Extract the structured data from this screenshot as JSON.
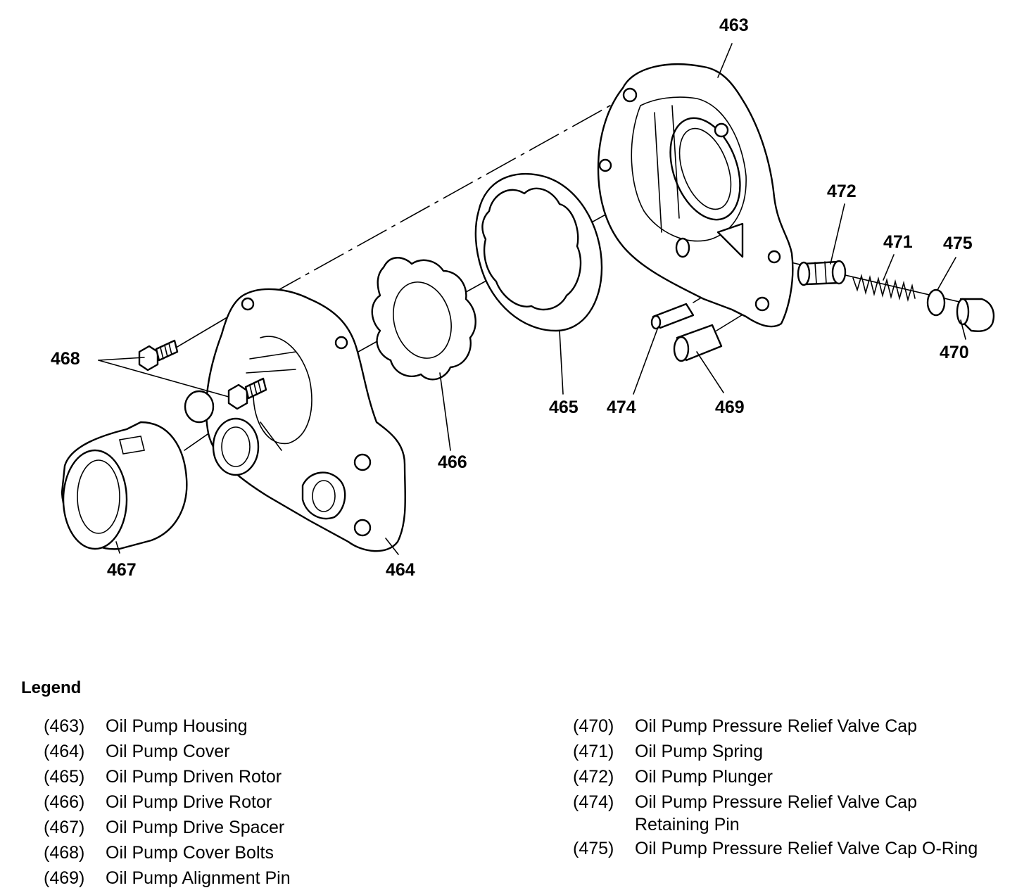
{
  "callouts": [
    {
      "id": "463",
      "text": "463"
    },
    {
      "id": "464",
      "text": "464"
    },
    {
      "id": "465",
      "text": "465"
    },
    {
      "id": "466",
      "text": "466"
    },
    {
      "id": "467",
      "text": "467"
    },
    {
      "id": "468",
      "text": "468"
    },
    {
      "id": "469",
      "text": "469"
    },
    {
      "id": "470",
      "text": "470"
    },
    {
      "id": "471",
      "text": "471"
    },
    {
      "id": "472",
      "text": "472"
    },
    {
      "id": "474",
      "text": "474"
    },
    {
      "id": "475",
      "text": "475"
    }
  ],
  "legend": {
    "title": "Legend",
    "left": [
      {
        "num": "(463)",
        "label": "Oil Pump Housing"
      },
      {
        "num": "(464)",
        "label": "Oil Pump Cover"
      },
      {
        "num": "(465)",
        "label": "Oil Pump Driven Rotor"
      },
      {
        "num": "(466)",
        "label": "Oil Pump Drive Rotor"
      },
      {
        "num": "(467)",
        "label": "Oil Pump Drive Spacer"
      },
      {
        "num": "(468)",
        "label": "Oil Pump Cover Bolts"
      },
      {
        "num": "(469)",
        "label": "Oil Pump Alignment Pin"
      }
    ],
    "right": [
      {
        "num": "(470)",
        "label": "Oil Pump Pressure Relief Valve Cap"
      },
      {
        "num": "(471)",
        "label": "Oil Pump Spring"
      },
      {
        "num": "(472)",
        "label": "Oil Pump Plunger"
      },
      {
        "num": "(474)",
        "label": "Oil Pump Pressure Relief Valve Cap\nRetaining Pin"
      },
      {
        "num": "(475)",
        "label": "Oil Pump Pressure Relief Valve Cap O-Ring"
      }
    ]
  }
}
